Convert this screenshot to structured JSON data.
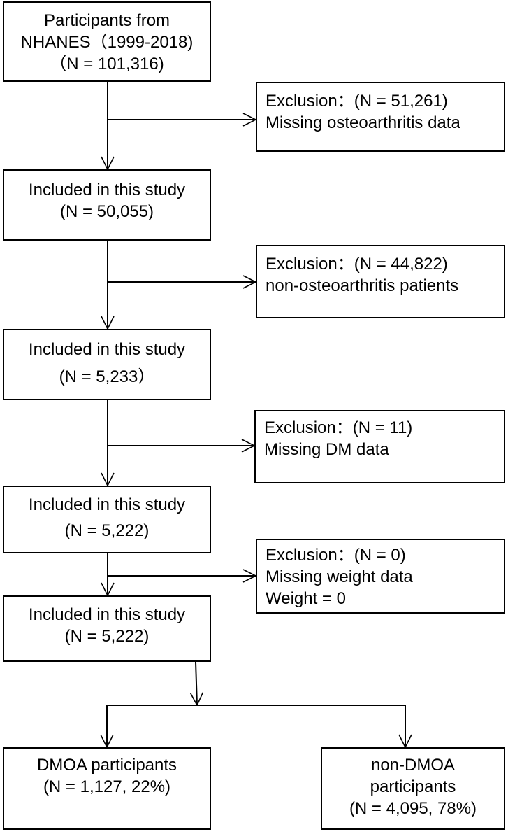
{
  "start": {
    "lines": [
      "Participants from",
      "NHANES（1999-2018)",
      "（N = 101,316)"
    ]
  },
  "included": [
    {
      "lines": [
        "Included in this study",
        "(N = 50,055)"
      ]
    },
    {
      "lines": [
        "Included in this study",
        "(N = 5,233）"
      ]
    },
    {
      "lines": [
        "Included in this study",
        "(N = 5,222)"
      ]
    },
    {
      "lines": [
        "Included in this study",
        "(N = 5,222)"
      ]
    }
  ],
  "exclusions": [
    {
      "lines": [
        "Exclusion：(N = 51,261)",
        "Missing osteoarthritis data"
      ]
    },
    {
      "lines": [
        "Exclusion：(N = 44,822)",
        "non-osteoarthritis patients"
      ]
    },
    {
      "lines": [
        "Exclusion：(N = 11)",
        "Missing DM data"
      ]
    },
    {
      "lines": [
        "Exclusion：(N = 0)",
        "Missing weight data",
        "Weight = 0"
      ]
    }
  ],
  "outcomes": [
    {
      "lines": [
        "DMOA participants",
        "(N = 1,127, 22%)"
      ]
    },
    {
      "lines": [
        "non-DMOA",
        "participants",
        "(N = 4,095, 78%)"
      ]
    }
  ]
}
